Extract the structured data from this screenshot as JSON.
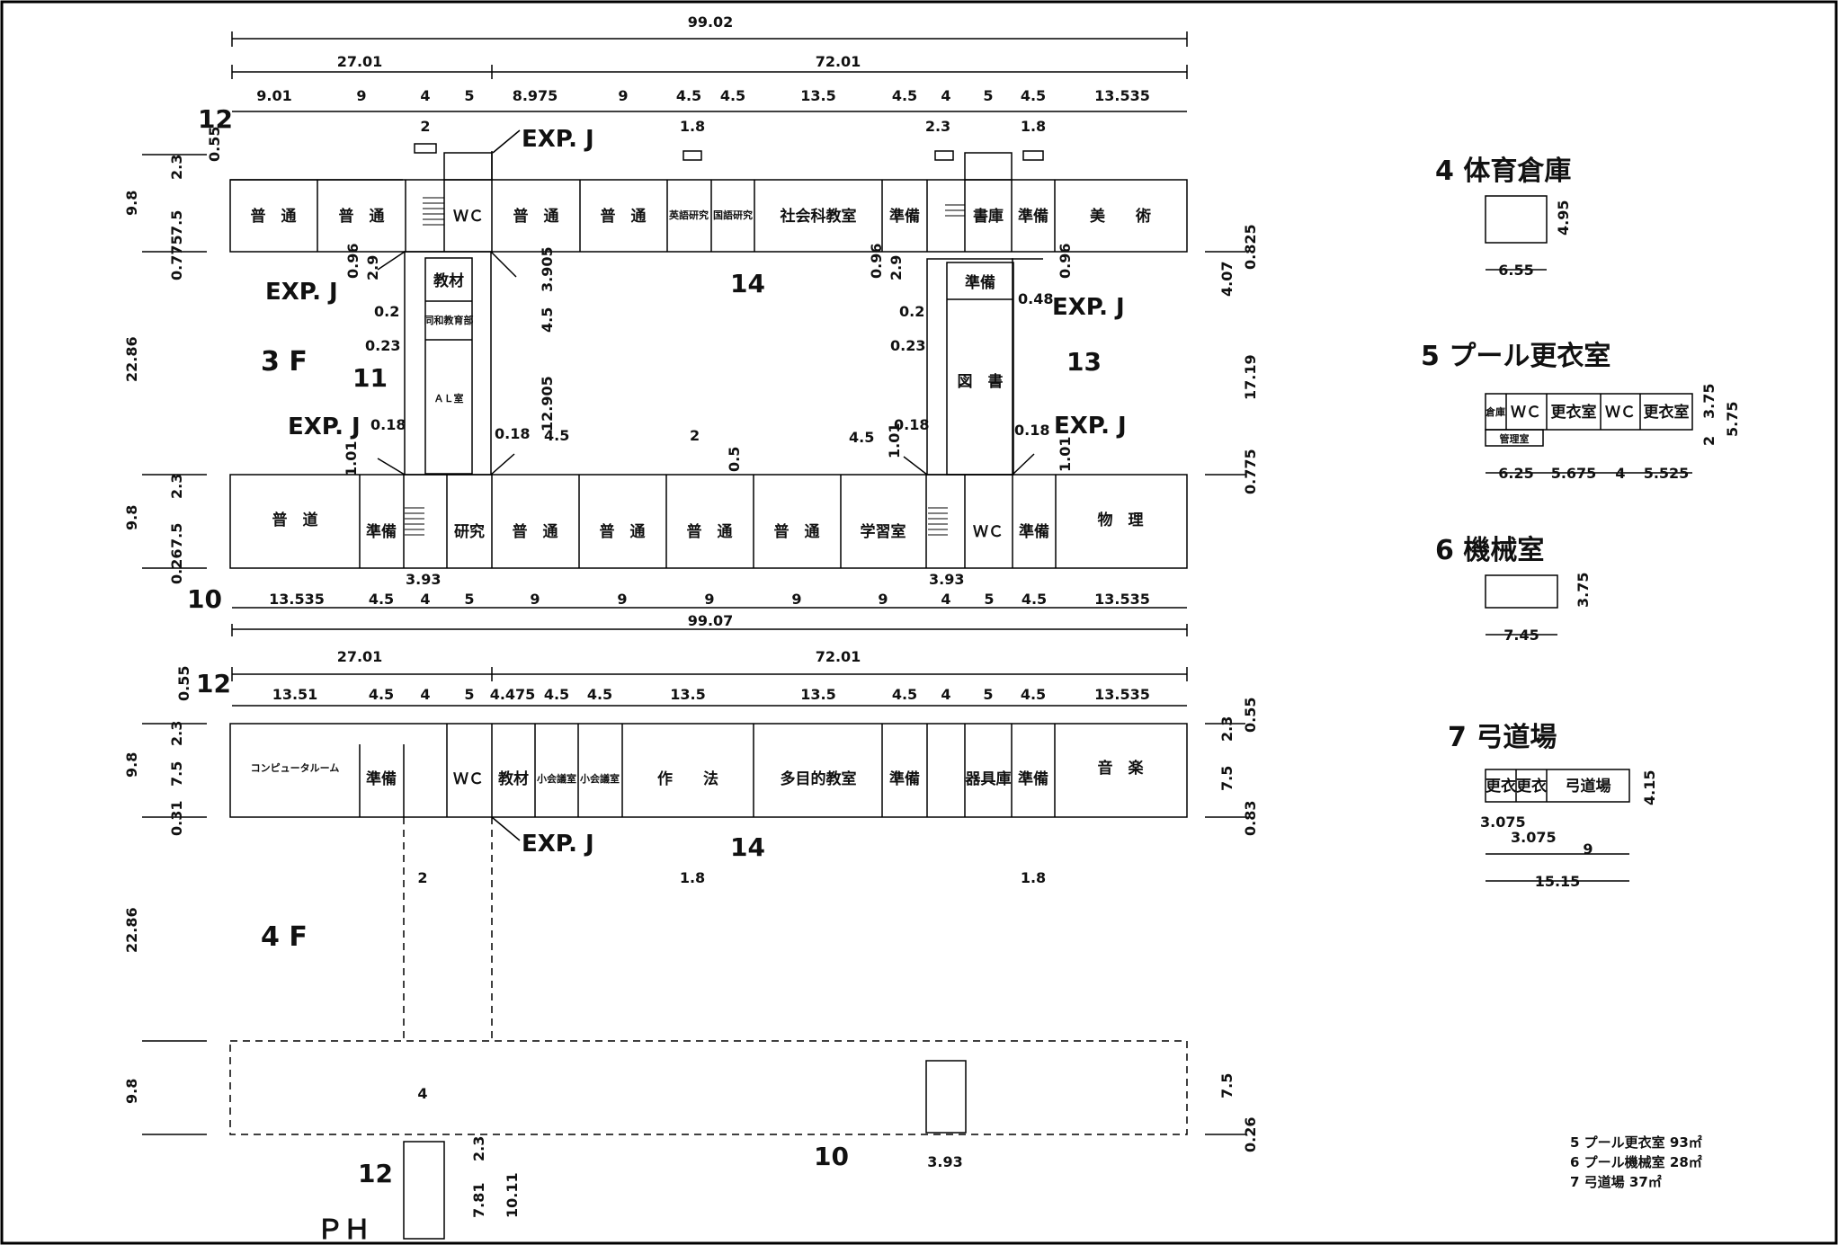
{
  "floors": {
    "f3": {
      "label": "3 F",
      "overall_top": "99.02",
      "overall_bottom": "99.07",
      "segments_top": [
        "27.01",
        "72.01"
      ],
      "segments_top_bottom": [
        "27.01",
        "72.01"
      ],
      "top_dims": [
        "9.01",
        "9",
        "4",
        "5",
        "8.975",
        "9",
        "4.5",
        "4.5",
        "13.5",
        "4.5",
        "4",
        "5",
        "4.5",
        "13.535"
      ],
      "bottom_dims": [
        "13.535",
        "4.5",
        "4",
        "5",
        "9",
        "9",
        "9",
        "9",
        "9",
        "4",
        "5",
        "4.5",
        "13.535"
      ],
      "north_rooms": [
        "普　通",
        "普　通",
        "ＷＣ",
        "普　通",
        "普　通",
        "英語研究",
        "国語研究",
        "社会科教室",
        "準備",
        "書庫",
        "準備",
        "美　　術"
      ],
      "south_rooms": [
        "普　道",
        "準備",
        "研究",
        "普　通",
        "普　通",
        "普　通",
        "普　通",
        "学習室",
        "ＷＣ",
        "準備",
        "物　理"
      ],
      "west_link": [
        "教材",
        "同和教育部",
        "ＡＬ室"
      ],
      "east_link": [
        "準備",
        "図　書"
      ],
      "wing_numbers": [
        "12",
        "11",
        "14",
        "13",
        "10"
      ],
      "side_dims_left": [
        "0.55",
        "2.3",
        "9.8",
        "7.5",
        "0.775",
        "22.86",
        "2.3",
        "9.8",
        "7.5",
        "0.26"
      ],
      "side_dims_right": [
        "0.825",
        "4.07",
        "17.19",
        "0.775"
      ],
      "inner_dims": [
        "2",
        "1.8",
        "2.3",
        "1.8",
        "0.96",
        "2.9",
        "3.905",
        "4.5",
        "0.2",
        "0.23",
        "12.905",
        "0.18",
        "0.18",
        "4.5",
        "2",
        "0.5",
        "4.5",
        "1.01",
        "0.96",
        "2.9",
        "0.2",
        "0.23",
        "0.18",
        "1.01",
        "0.48",
        "0.96",
        "0.18",
        "1.01",
        "3.93",
        "3.93"
      ],
      "exp_j": "EXP. J"
    },
    "f4": {
      "label": "4 F",
      "top_dims": [
        "13.51",
        "4.5",
        "4",
        "5",
        "4.475",
        "4.5",
        "4.5",
        "13.5",
        "13.5",
        "4.5",
        "4",
        "5",
        "4.5",
        "13.535"
      ],
      "rooms": [
        "コンピュータルーム",
        "準備",
        "ＷＣ",
        "教材",
        "小会議室",
        "小会議室",
        "作　　法",
        "多目的教室",
        "準備",
        "器具庫",
        "準備",
        "音　楽"
      ],
      "wing_numbers": [
        "12",
        "14"
      ],
      "side_dims_left": [
        "0.55",
        "2.3",
        "9.8",
        "7.5",
        "0.31",
        "22.86",
        "9.8"
      ],
      "side_dims_right": [
        "0.55",
        "2.3",
        "7.5",
        "0.83",
        "7.5",
        "0.26"
      ],
      "inner_dims": [
        "2",
        "1.8",
        "1.8",
        "4",
        "3.93"
      ],
      "bottom_wing": "10"
    },
    "ph": {
      "label": "ＰＨ",
      "number": "12",
      "dims": [
        "2.3",
        "7.81",
        "10.11"
      ]
    }
  },
  "legend": {
    "b4": {
      "title": "4 体育倉庫",
      "w": "6.55",
      "h": "4.95"
    },
    "b5": {
      "title": "5 プール更衣室",
      "rooms": [
        "倉庫",
        "ＷＣ",
        "更衣室",
        "ＷＣ",
        "更衣室",
        "管理室"
      ],
      "dims": [
        "6.25",
        "5.675",
        "4",
        "5.525"
      ],
      "h": [
        "2",
        "3.75",
        "5.75"
      ]
    },
    "b6": {
      "title": "6 機械室",
      "w": "7.45",
      "h": "3.75"
    },
    "b7": {
      "title": "7 弓道場",
      "rooms": [
        "更衣",
        "更衣",
        "弓道場"
      ],
      "dims": [
        "3.075",
        "3.075",
        "9",
        "15.15"
      ],
      "h": "4.15"
    }
  },
  "notes": [
    "5 プール更衣室 93㎡",
    "6 プール機械室 28㎡",
    "7 弓道場 37㎡"
  ]
}
